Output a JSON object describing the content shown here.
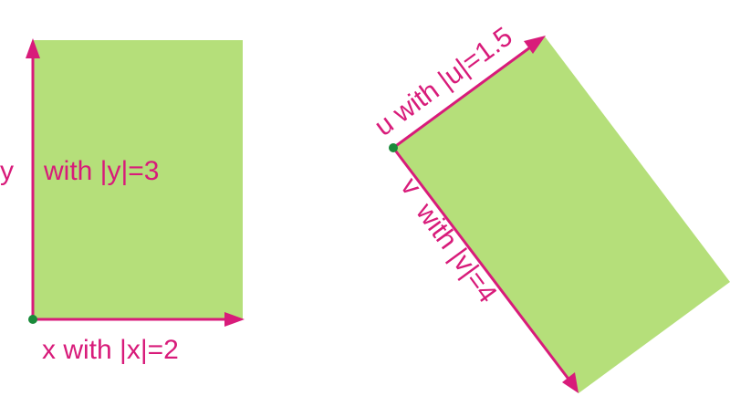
{
  "colors": {
    "rectangle_fill": "#b5df7a",
    "vector_color": "#d81b7a",
    "origin_dot": "#1a8a3a"
  },
  "left_rectangle": {
    "label_x": "x with |x|=2",
    "label_y_letter": "y",
    "label_y_rest": "with |y|=3"
  },
  "right_rectangle": {
    "label_u": "u with |u|=1.5",
    "label_v_letter": "v",
    "label_v_rest": "with |v|=4"
  }
}
